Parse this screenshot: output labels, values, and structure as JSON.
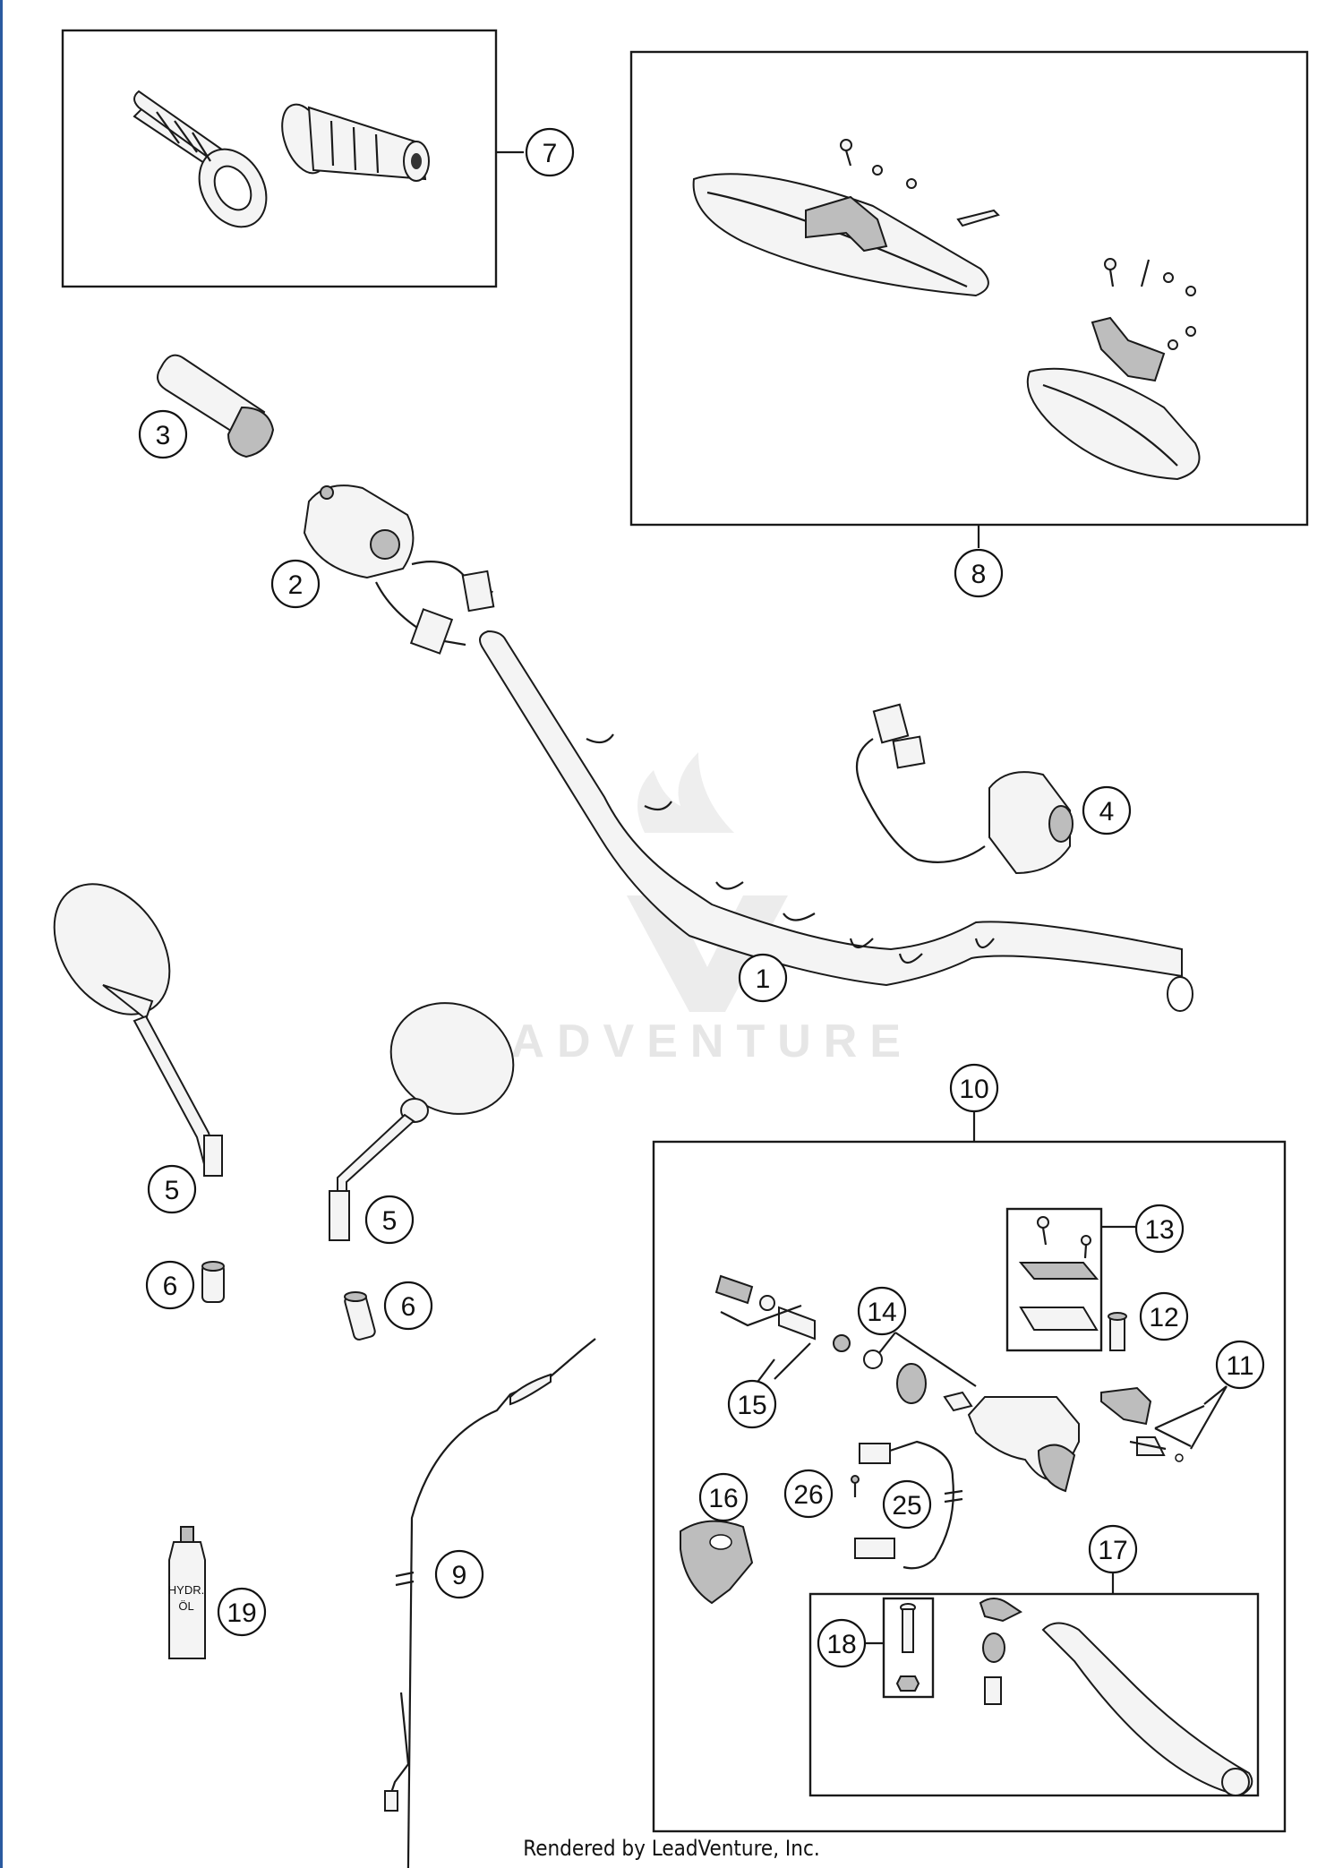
{
  "watermark": "LEADVENTURE",
  "footer": "Rendered by LeadVenture, Inc.",
  "callouts": {
    "c1": "1",
    "c2": "2",
    "c3": "3",
    "c4": "4",
    "c5a": "5",
    "c5b": "5",
    "c6a": "6",
    "c6b": "6",
    "c7": "7",
    "c8": "8",
    "c9": "9",
    "c10": "10",
    "c11": "11",
    "c12": "12",
    "c13": "13",
    "c14": "14",
    "c15": "15",
    "c16": "16",
    "c17": "17",
    "c18": "18",
    "c19": "19",
    "c25": "25",
    "c26": "26"
  },
  "bottle_label": {
    "line1": "HYDR.",
    "line2": "ÖL"
  }
}
